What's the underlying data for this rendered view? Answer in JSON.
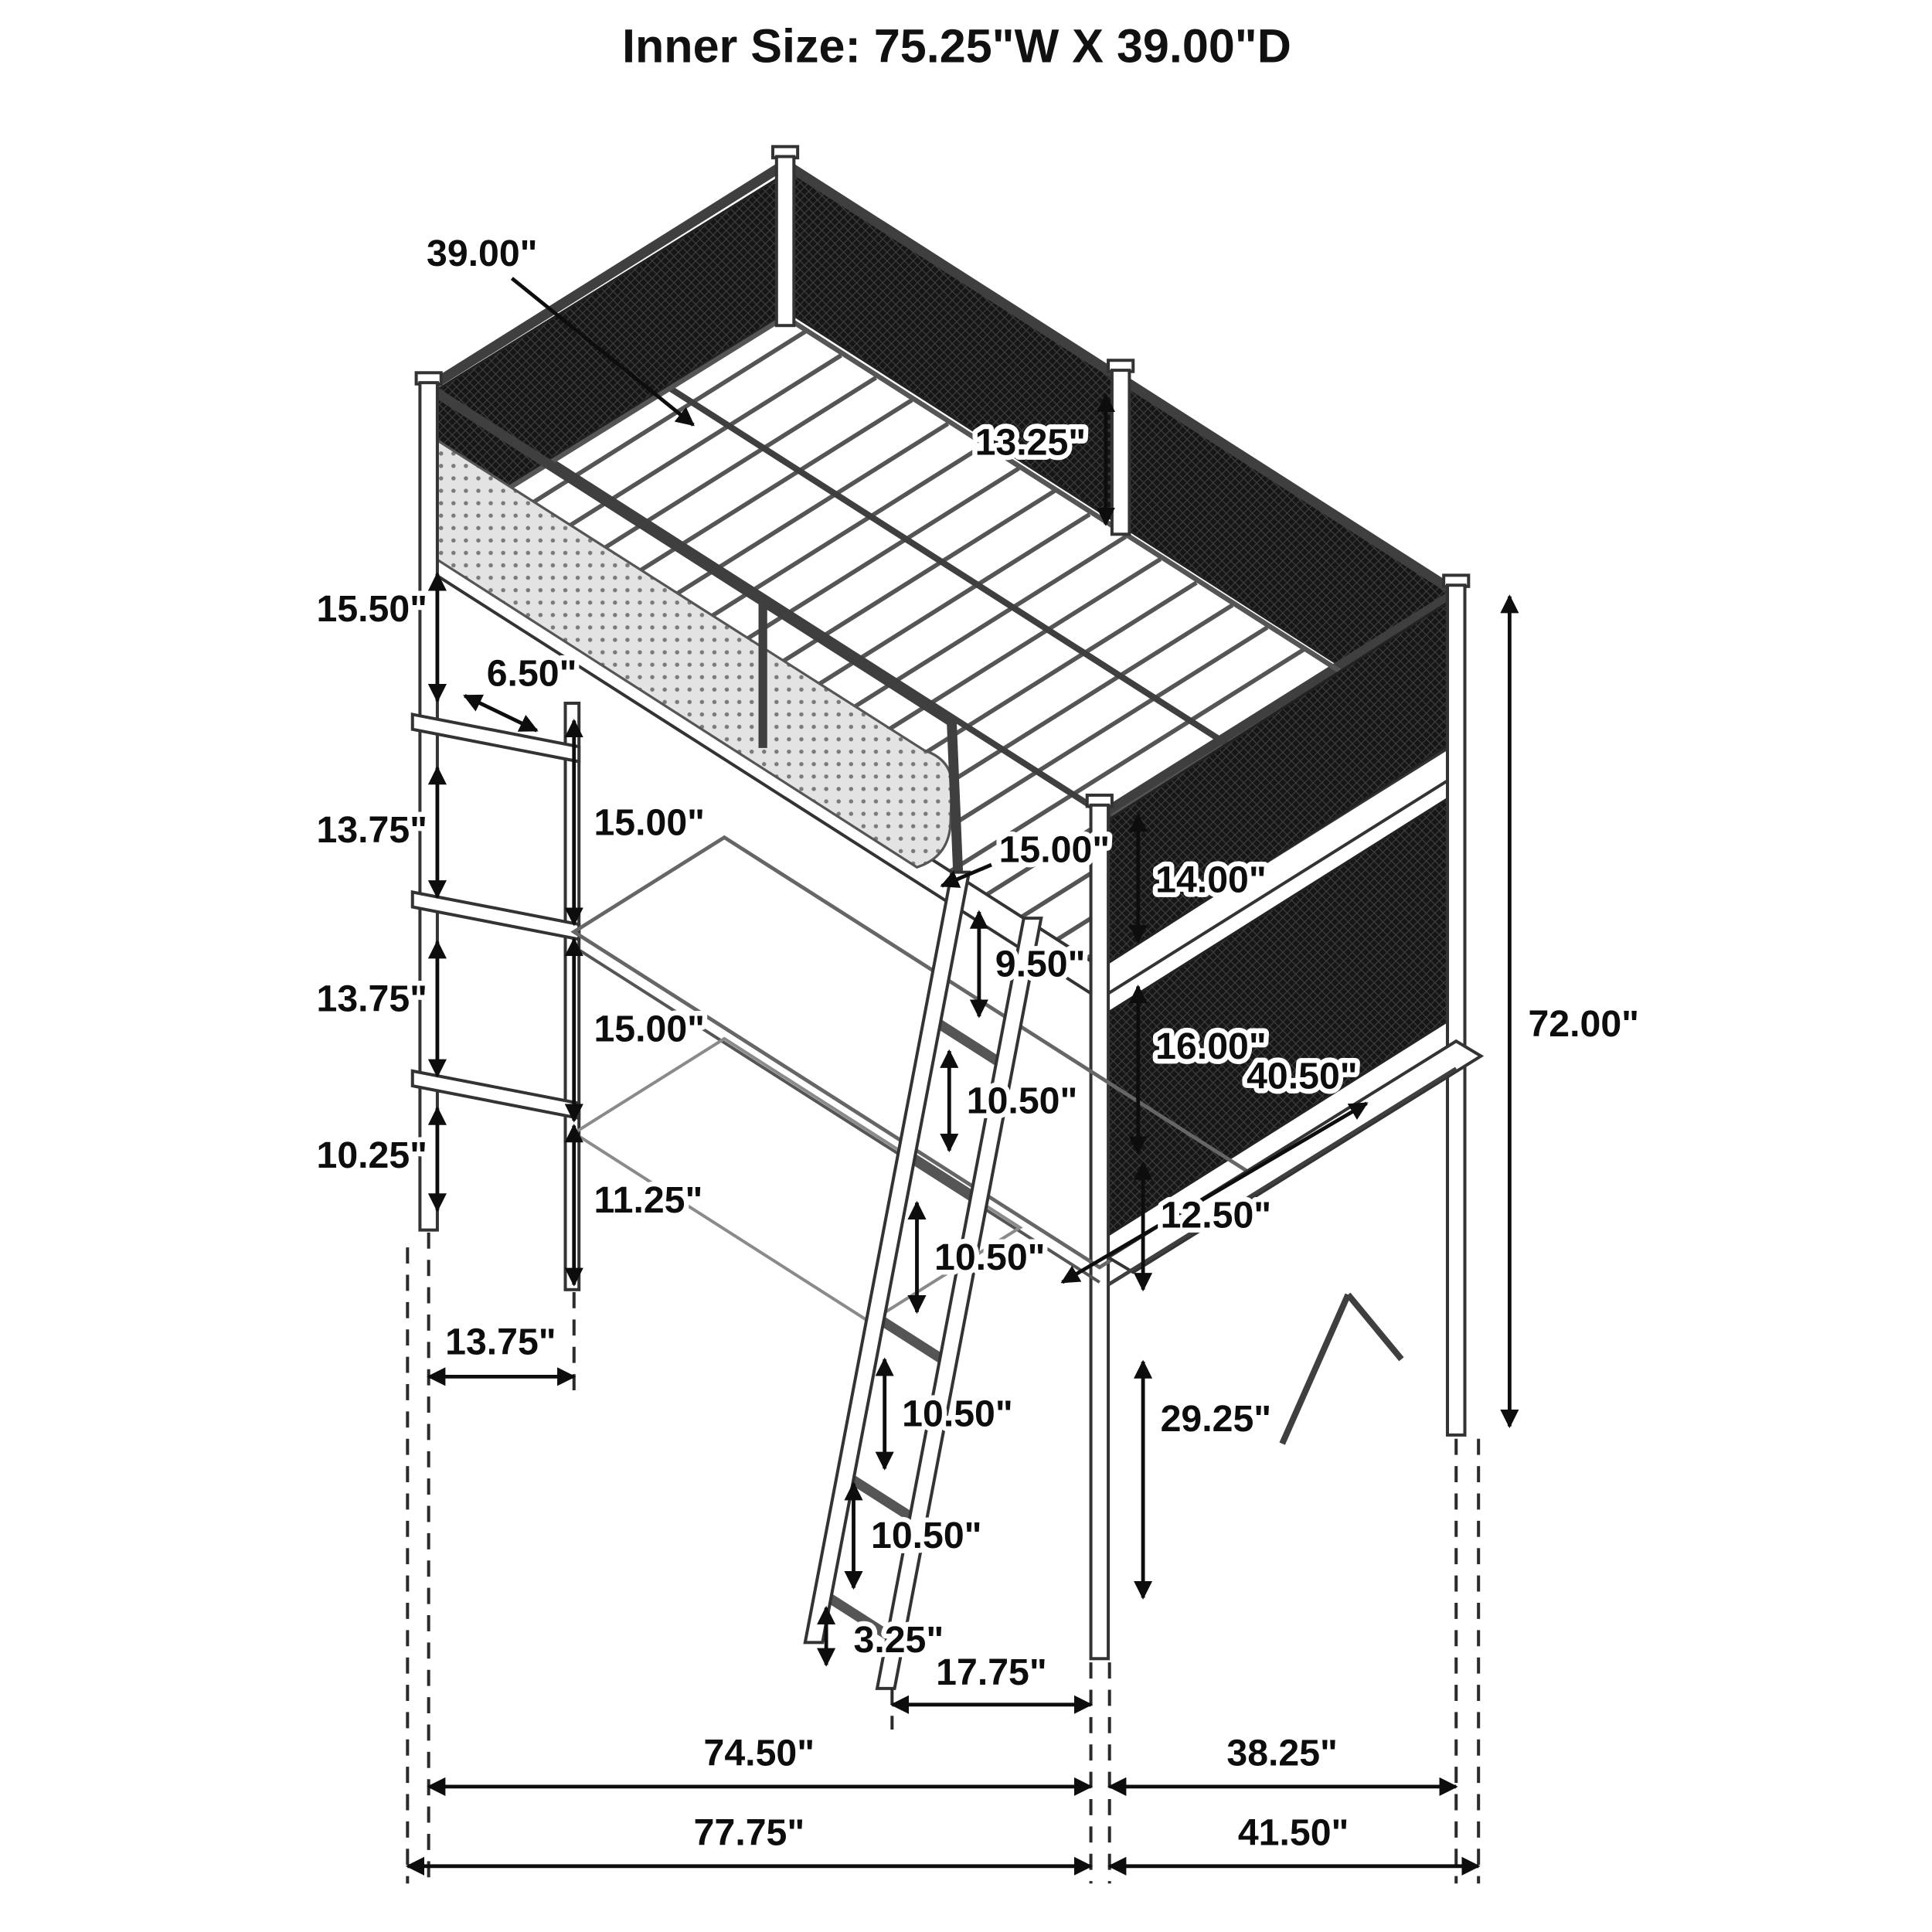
{
  "title": "Inner Size: 75.25\"W X 39.00\"D",
  "dims": {
    "d39_00": "39.00\"",
    "d13_25": "13.25\"",
    "d15_50": "15.50\"",
    "d6_50": "6.50\"",
    "d13_75_a": "13.75\"",
    "d13_75_b": "13.75\"",
    "d13_75_w": "13.75\"",
    "d10_25": "10.25\"",
    "d15_00_a": "15.00\"",
    "d15_00_b": "15.00\"",
    "d15_00_c": "15.00\"",
    "d11_25": "11.25\"",
    "d14_00": "14.00\"",
    "d9_50": "9.50\"",
    "d16_00": "16.00\"",
    "d10_50_a": "10.50\"",
    "d10_50_b": "10.50\"",
    "d10_50_c": "10.50\"",
    "d10_50_d": "10.50\"",
    "d3_25": "3.25\"",
    "d40_50": "40.50\"",
    "d12_50": "12.50\"",
    "d29_25": "29.25\"",
    "d72_00": "72.00\"",
    "d17_75": "17.75\"",
    "d74_50": "74.50\"",
    "d38_25": "38.25\"",
    "d77_75": "77.75\"",
    "d41_50": "41.50\""
  }
}
